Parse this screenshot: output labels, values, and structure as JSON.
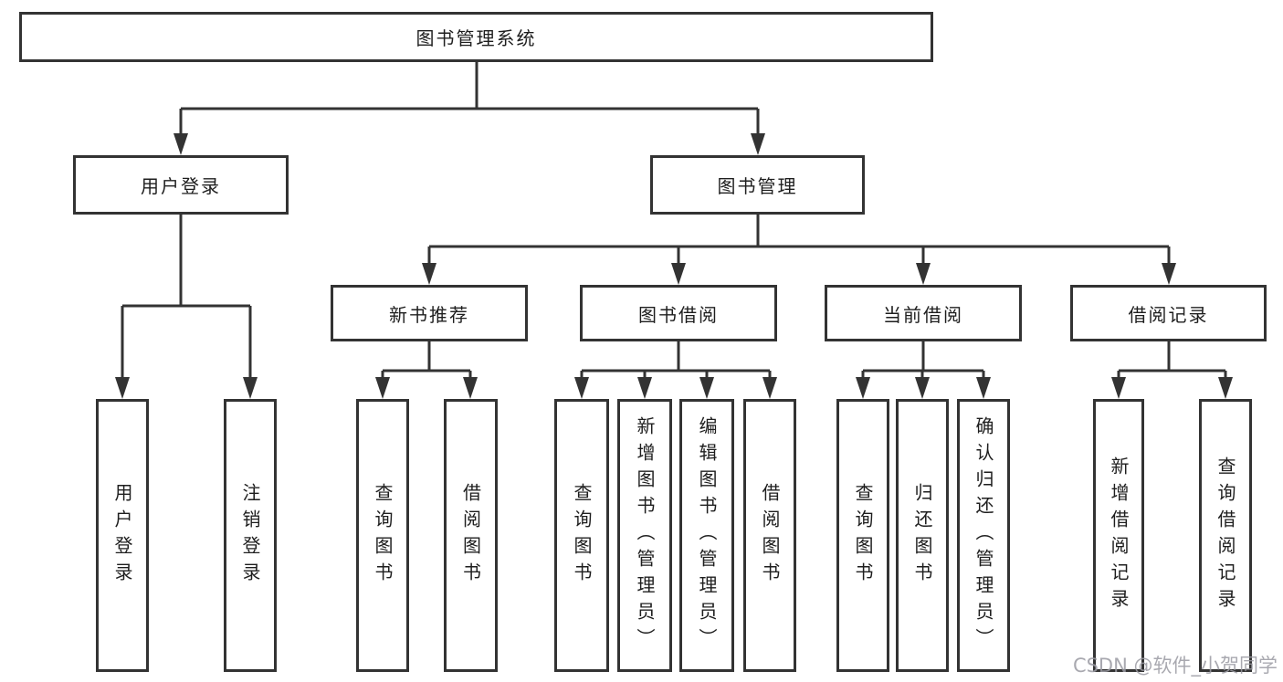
{
  "diagram": {
    "root": {
      "label": "图书管理系统"
    },
    "children": {
      "user_login": {
        "label": "用户登录",
        "children": {
          "user_login_action": {
            "label": "用户登录"
          },
          "logout": {
            "label": "注销登录"
          }
        }
      },
      "book_management": {
        "label": "图书管理",
        "children": {
          "new_book_recommendation": {
            "label": "新书推荐",
            "children": {
              "query_books": {
                "label": "查询图书"
              },
              "borrow_books": {
                "label": "借阅图书"
              }
            }
          },
          "book_borrowing": {
            "label": "图书借阅",
            "children": {
              "query_books": {
                "label": "查询图书"
              },
              "add_books": {
                "label": "新增图书（管理员）"
              },
              "edit_books": {
                "label": "编辑图书（管理员）"
              },
              "borrow_books": {
                "label": "借阅图书"
              }
            }
          },
          "current_borrowing": {
            "label": "当前借阅",
            "children": {
              "query_books": {
                "label": "查询图书"
              },
              "return_books": {
                "label": "归还图书"
              },
              "confirm_return": {
                "label": "确认归还（管理员）"
              }
            }
          },
          "borrowing_records": {
            "label": "借阅记录",
            "children": {
              "add_borrow_record": {
                "label": "新增借阅记录"
              },
              "query_borrow_record": {
                "label": "查询借阅记录"
              }
            }
          }
        }
      }
    }
  },
  "watermark": {
    "text": "CSDN @软件_小贺同学"
  },
  "colors": {
    "line": "#333333",
    "node_border": "#333333",
    "text": "#1e1e1e",
    "watermark": "#9b9ba3",
    "background": "#ffffff"
  }
}
